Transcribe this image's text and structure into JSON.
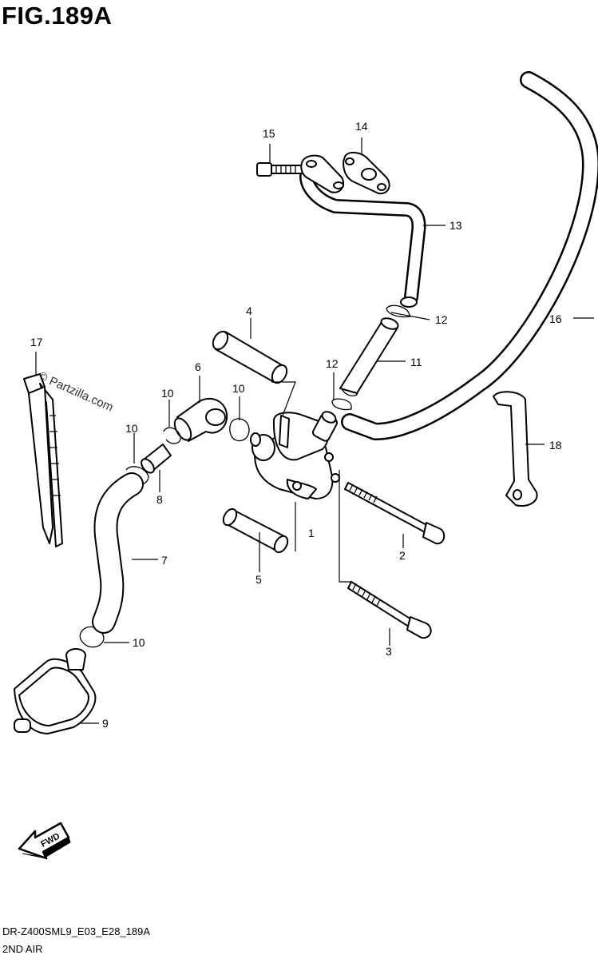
{
  "figure": {
    "title": "FIG.189A"
  },
  "footer": {
    "model_code": "DR-Z400SML9_E03_E28_189A",
    "section_name": "2ND AIR"
  },
  "watermark": {
    "text": "© Partzilla.com"
  },
  "fwd_label": "FWD",
  "callouts": {
    "c1": "1",
    "c2": "2",
    "c3": "3",
    "c4": "4",
    "c5": "5",
    "c6": "6",
    "c7": "7",
    "c8": "8",
    "c9": "9",
    "c10a": "10",
    "c10b": "10",
    "c10c": "10",
    "c10d": "10",
    "c11": "11",
    "c12a": "12",
    "c12b": "12",
    "c13": "13",
    "c14": "14",
    "c15": "15",
    "c16": "16",
    "c17": "17",
    "c18": "18"
  }
}
